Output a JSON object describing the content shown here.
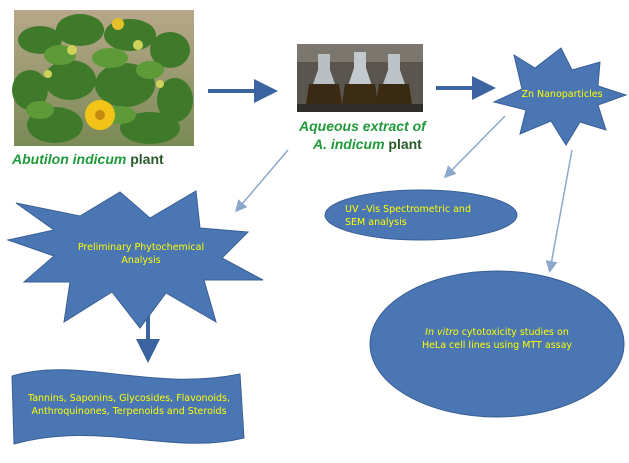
{
  "plant": {
    "name_italic": "Abutilon indicum",
    "name_rest": " plant"
  },
  "extract": {
    "line1": "Aqueous extract of",
    "line2_italic": "A. indicum",
    "line2_rest": " plant"
  },
  "nanoparticles": {
    "label": "Zn Nanoparticles"
  },
  "uvvis": {
    "line1": "UV –Vis Spectrometric and",
    "line2": "SEM analysis"
  },
  "phyto": {
    "line1": "Preliminary Phytochemical",
    "line2": "Analysis"
  },
  "cytotox": {
    "line1_italic": "In vitro",
    "line1_rest": " cytotoxicity studies on",
    "line2": "HeLa cell lines using MTT assay"
  },
  "compounds": {
    "line1": "Tannins, Saponins, Glycosides, Flavonoids,",
    "line2": "Anthroquinones, Terpenoids and Steroids"
  },
  "colors": {
    "shape_fill": "#4a76b4",
    "shape_stroke": "#3a5f94",
    "arrow": "#3a63a0",
    "thin_arrow": "#8ca7cc",
    "label_text": "#ffff00",
    "caption_green": "#1f9a3a"
  },
  "icons": {
    "plant_photo": "plant-photo",
    "flask_photo": "flasks-photo"
  }
}
